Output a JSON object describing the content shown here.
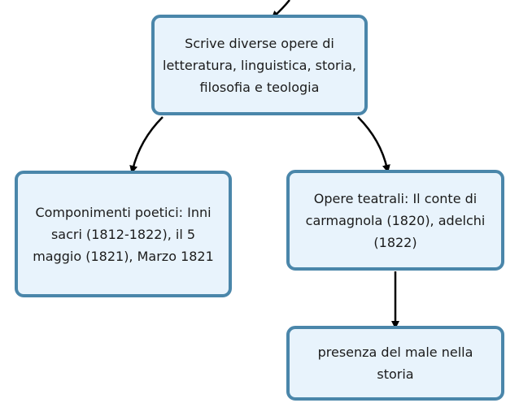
{
  "nodes": {
    "root": "Scrive diverse opere di letteratura, linguistica, storia, filosofia e teologia",
    "poetic": "Componimenti poetici: Inni sacri (1812-1822), il 5 maggio (1821), Marzo 1821",
    "theatre": "Opere teatrali: Il conte di carmagnola (1820), adelchi (1822)",
    "evil": "presenza del male nella storia"
  },
  "colors": {
    "node_fill": "#e8f3fc",
    "node_border": "#4a86aa",
    "edge": "#000000",
    "text": "#1b1b1b"
  }
}
